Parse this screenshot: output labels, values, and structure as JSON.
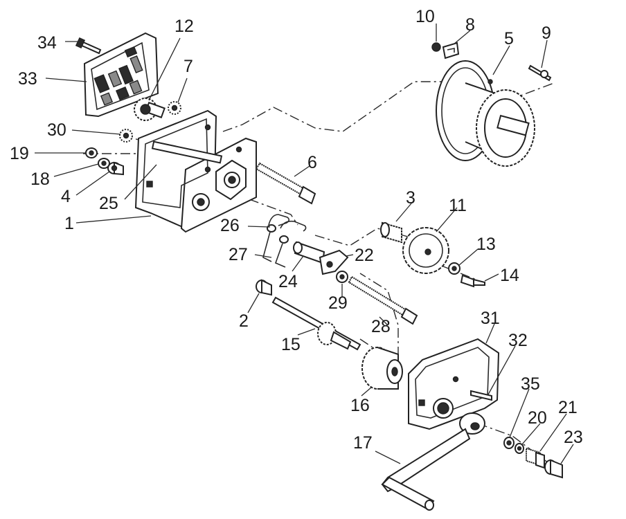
{
  "diagram": {
    "callouts": [
      {
        "id": "c1",
        "text": "1"
      },
      {
        "id": "c2",
        "text": "2"
      },
      {
        "id": "c3",
        "text": "3"
      },
      {
        "id": "c4",
        "text": "4"
      },
      {
        "id": "c5",
        "text": "5"
      },
      {
        "id": "c6",
        "text": "6"
      },
      {
        "id": "c7",
        "text": "7"
      },
      {
        "id": "c8",
        "text": "8"
      },
      {
        "id": "c9",
        "text": "9"
      },
      {
        "id": "c10",
        "text": "10"
      },
      {
        "id": "c11",
        "text": "11"
      },
      {
        "id": "c12",
        "text": "12"
      },
      {
        "id": "c13",
        "text": "13"
      },
      {
        "id": "c14",
        "text": "14"
      },
      {
        "id": "c15",
        "text": "15"
      },
      {
        "id": "c16",
        "text": "16"
      },
      {
        "id": "c17",
        "text": "17"
      },
      {
        "id": "c18",
        "text": "18"
      },
      {
        "id": "c19",
        "text": "19"
      },
      {
        "id": "c20",
        "text": "20"
      },
      {
        "id": "c21",
        "text": "21"
      },
      {
        "id": "c22",
        "text": "22"
      },
      {
        "id": "c23",
        "text": "23"
      },
      {
        "id": "c24",
        "text": "24"
      },
      {
        "id": "c25",
        "text": "25"
      },
      {
        "id": "c26",
        "text": "26"
      },
      {
        "id": "c27",
        "text": "27"
      },
      {
        "id": "c28",
        "text": "28"
      },
      {
        "id": "c29",
        "text": "29"
      },
      {
        "id": "c30",
        "text": "30"
      },
      {
        "id": "c31",
        "text": "31"
      },
      {
        "id": "c32",
        "text": "32"
      },
      {
        "id": "c33",
        "text": "33"
      },
      {
        "id": "c34",
        "text": "34"
      },
      {
        "id": "c35",
        "text": "35"
      }
    ]
  }
}
